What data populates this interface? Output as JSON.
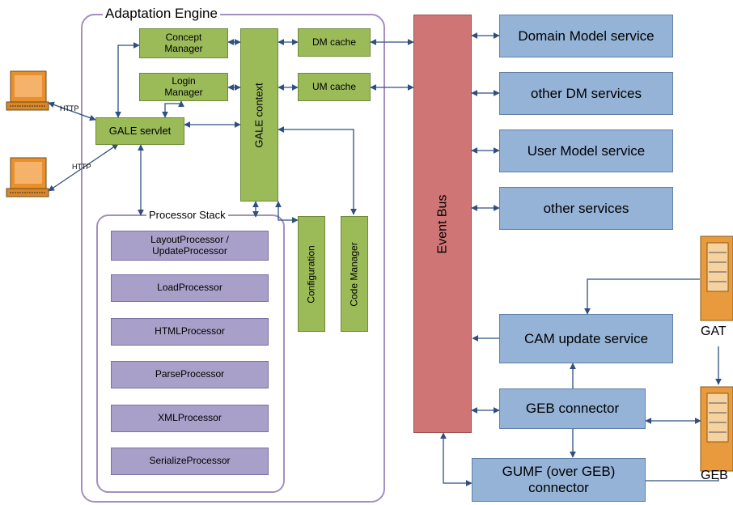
{
  "containers": {
    "adaptation_engine": "Adaptation Engine",
    "processor_stack": "Processor Stack"
  },
  "left": {
    "concept_manager": "Concept\nManager",
    "login_manager": "Login\nManager",
    "gale_servlet": "GALE servlet",
    "gale_context": "GALE context",
    "dm_cache": "DM cache",
    "um_cache": "UM cache",
    "configuration": "Configuration",
    "code_manager": "Code Manager",
    "http_1": "HTTP",
    "http_2": "HTTP"
  },
  "processors": [
    "LayoutProcessor /\nUpdateProcessor",
    "LoadProcessor",
    "HTMLProcessor",
    "ParseProcessor",
    "XMLProcessor",
    "SerializeProcessor"
  ],
  "event_bus": "Event Bus",
  "services": [
    "Domain Model service",
    "other DM services",
    "User Model service",
    "other services"
  ],
  "right": {
    "cam_update": "CAM update service",
    "geb_connector": "GEB connector",
    "gumf": "GUMF (over GEB)\nconnector",
    "gat": "GAT",
    "geb": "GEB"
  },
  "colors": {
    "green": "#9bbb59",
    "purple": "#a9a0c9",
    "blue": "#95b3d7",
    "red": "#d07575",
    "container_border": "#a48fbf",
    "arrow": "#2f4f7f",
    "server": "#e89a3c",
    "terminal": "#e98f2c"
  }
}
